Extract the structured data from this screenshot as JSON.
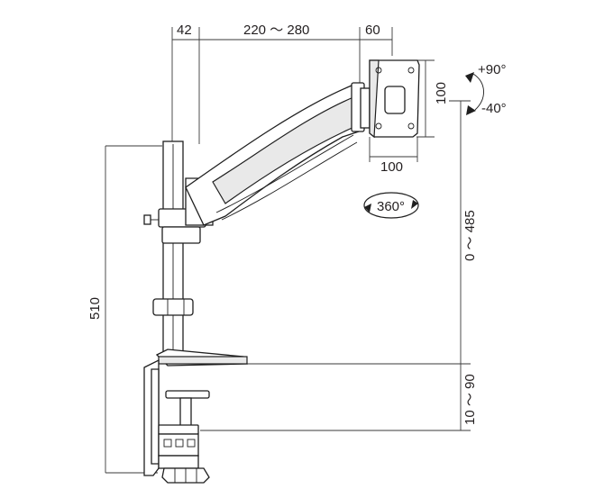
{
  "dimensions": {
    "pole_width": "42",
    "arm_reach": "220 ～ 280",
    "plate_offset": "60",
    "vesa_height": "100",
    "vesa_width": "100",
    "tilt_up": "+90°",
    "tilt_down": "-40°",
    "swivel": "360°",
    "height_adjust": "0 ～ 485",
    "total_height": "510",
    "clamp_range": "10 ～ 90"
  },
  "colors": {
    "line": "#1f1f1f",
    "fill": "#ffffff",
    "shade": "#e9e9e9"
  }
}
